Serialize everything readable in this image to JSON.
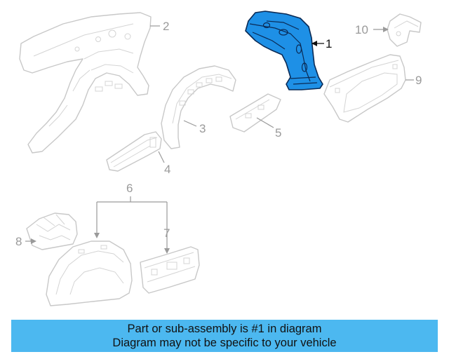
{
  "callouts": {
    "c1": "1",
    "c2": "2",
    "c3": "3",
    "c4": "4",
    "c5": "5",
    "c6": "6",
    "c7": "7",
    "c8": "8",
    "c9": "9",
    "c10": "10"
  },
  "banner": {
    "line1": "Part or sub-assembly is #1 in diagram",
    "line2": "Diagram may not be specific to your vehicle"
  },
  "colors": {
    "highlight": "#1e90e6",
    "banner": "#4cb8f0"
  }
}
